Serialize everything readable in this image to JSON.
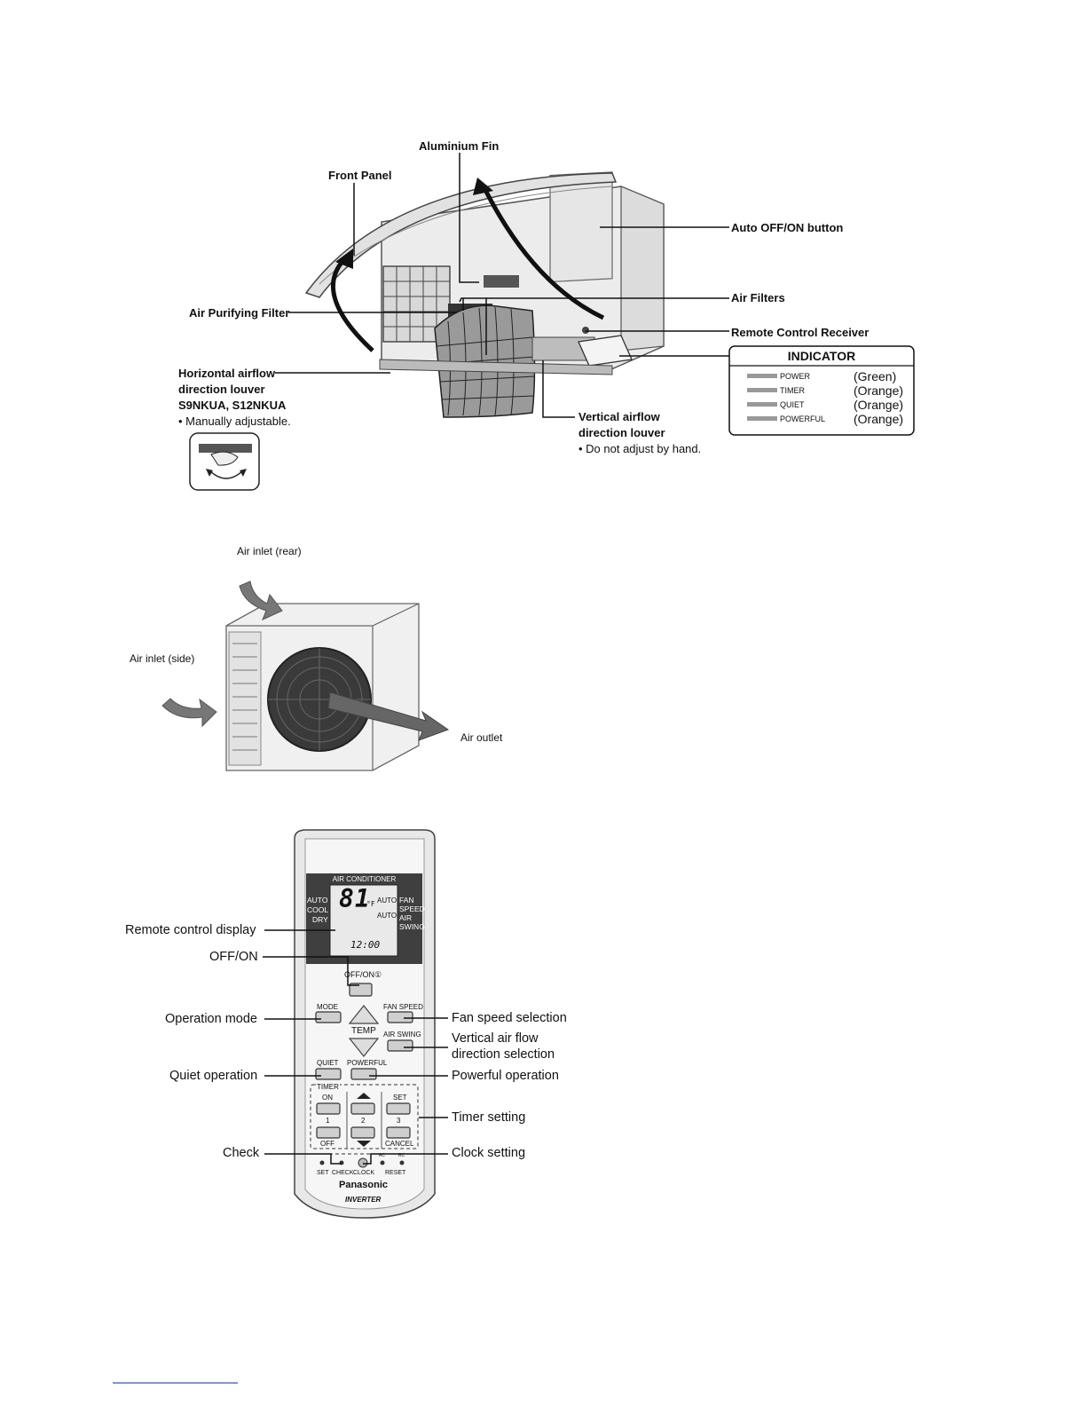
{
  "indoor": {
    "labels": {
      "aluminium_fin": "Aluminium Fin",
      "front_panel": "Front Panel",
      "auto_button": "Auto OFF/ON button",
      "air_filters": "Air Filters",
      "air_purifying_filter": "Air Purifying Filter",
      "remote_receiver": "Remote Control Receiver",
      "horizontal_louver_l1": "Horizontal airflow",
      "horizontal_louver_l2": "direction louver",
      "horizontal_louver_models": "S9NKUA, S12NKUA",
      "horizontal_louver_note": "•  Manually adjustable.",
      "vertical_louver_l1": "Vertical airflow",
      "vertical_louver_l2": "direction louver",
      "vertical_louver_note": "•  Do not adjust by hand."
    },
    "indicator": {
      "title": "INDICATOR",
      "rows": [
        {
          "name": "POWER",
          "color": "(Green)"
        },
        {
          "name": "TIMER",
          "color": "(Orange)"
        },
        {
          "name": "QUIET",
          "color": "(Orange)"
        },
        {
          "name": "POWERFUL",
          "color": "(Orange)"
        }
      ]
    }
  },
  "outdoor": {
    "labels": {
      "air_inlet_rear": "Air inlet (rear)",
      "air_inlet_side": "Air inlet (side)",
      "air_outlet": "Air outlet"
    }
  },
  "remote": {
    "labels": {
      "display": "Remote control display",
      "offon": "OFF/ON",
      "operation_mode": "Operation mode",
      "quiet_operation": "Quiet operation",
      "check": "Check",
      "fan_speed_selection": "Fan speed selection",
      "vertical_air_l1": "Vertical air flow",
      "vertical_air_l2": "direction selection",
      "powerful_operation": "Powerful operation",
      "timer_setting": "Timer setting",
      "clock_setting": "Clock setting"
    },
    "device": {
      "header": "AIR CONDITIONER",
      "mode_auto": "AUTO",
      "mode_cool": "COOL",
      "mode_dry": "DRY",
      "temp": "81",
      "unit": "°F",
      "auto1": "AUTO",
      "auto2": "AUTO",
      "fan": "FAN",
      "speed": "SPEED",
      "air": "AIR",
      "swing": "SWING",
      "clock": "12:00",
      "offon_btn": "OFF/ON①",
      "mode_btn": "MODE",
      "temp_btn": "TEMP",
      "fanspeed_btn": "FAN SPEED",
      "airswing_btn": "AIR SWING",
      "quiet_btn": "QUIET",
      "powerful_btn": "POWERFUL",
      "timer": "TIMER",
      "on": "ON",
      "set": "SET",
      "n1": "1",
      "n2": "2",
      "n3": "3",
      "off": "OFF",
      "cancel": "CANCEL",
      "set_small": "SET",
      "check_small": "CHECK",
      "clock_small": "CLOCK",
      "ac": "AC",
      "rc": "RC",
      "reset": "RESET",
      "brand": "Panasonic",
      "inverter": "INVERTER"
    }
  }
}
